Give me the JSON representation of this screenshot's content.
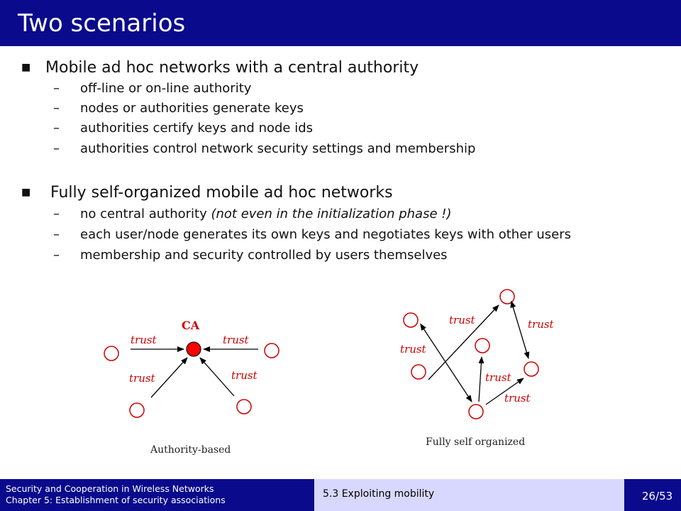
{
  "slide": {
    "title": "Two scenarios"
  },
  "sections": [
    {
      "heading": "Mobile ad hoc networks with a central authority",
      "items": [
        {
          "text": "off-line or on-line authority",
          "note": ""
        },
        {
          "text": "nodes or authorities generate keys",
          "note": ""
        },
        {
          "text": "authorities certify keys and node ids",
          "note": ""
        },
        {
          "text": "authorities control network security settings and membership",
          "note": ""
        }
      ]
    },
    {
      "heading": " Fully self-organized mobile ad hoc networks",
      "items": [
        {
          "text": "no central authority ",
          "note": "(not even in the initialization phase !)"
        },
        {
          "text": "each user/node generates its own keys and negotiates keys with other users",
          "note": ""
        },
        {
          "text": "membership and security controlled by users themselves",
          "note": ""
        }
      ]
    }
  ],
  "diagrams": {
    "authority": {
      "caption": "Authority-based",
      "ca_label": "CA",
      "trust_label": "trust",
      "ca_color": "#ff0000",
      "node_color": "#ff0000"
    },
    "self_organized": {
      "caption": "Fully self organized",
      "trust_label": "trust"
    }
  },
  "footer": {
    "line1": "Security and Cooperation in Wireless Networks",
    "line2": "Chapter 5: Establishment of security associations",
    "section": "5.3 Exploiting mobility",
    "page": "26/53"
  },
  "colors": {
    "title_bar": "#0a0a8c",
    "accent": "#cc0000",
    "footer_mid": "#d8d8ff"
  },
  "icons": {
    "bullet": "square-bullet-icon",
    "sub_bullet": "dash-icon"
  }
}
